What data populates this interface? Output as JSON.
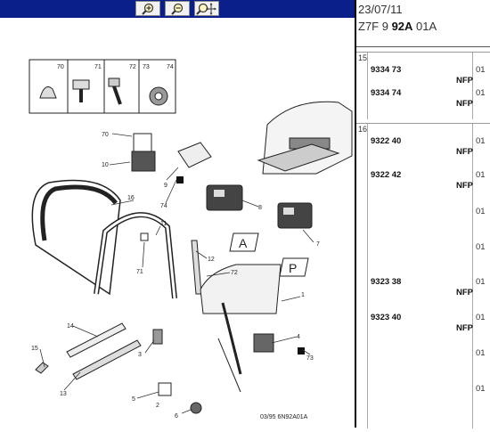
{
  "toolbar": {
    "buttons": [
      {
        "name": "zoom-in",
        "icon": "zoom-in-icon"
      },
      {
        "name": "zoom-out",
        "icon": "zoom-out-icon"
      },
      {
        "name": "zoom-pan",
        "icon": "zoom-pan-icon"
      }
    ],
    "background": "#0b1f8a"
  },
  "header": {
    "date": "23/07/11",
    "code_prefix": "Z7F 9 ",
    "code_bold": "92A",
    "code_suffix": " 01A"
  },
  "diagram": {
    "callouts": [
      "70",
      "71",
      "72",
      "73",
      "74",
      "70",
      "10",
      "9",
      "74",
      "8",
      "16",
      "11",
      "71",
      "12",
      "72",
      "7",
      "1",
      "4",
      "73",
      "14",
      "15",
      "3",
      "13",
      "5",
      "2",
      "6"
    ],
    "marker_a": "A",
    "marker_p": "P",
    "reference": "03/95  6N92A01A"
  },
  "parts": {
    "groups": [
      {
        "number": "15",
        "rows": [
          {
            "ref": "9334 73",
            "nfp": "NFP",
            "qty": "01"
          },
          {
            "ref": "9334 74",
            "nfp": "NFP",
            "qty": "01"
          }
        ]
      },
      {
        "number": "16",
        "rows": [
          {
            "ref": "9322 40",
            "nfp": "NFP",
            "qty": "01"
          },
          {
            "ref": "9322 42",
            "nfp": "NFP",
            "qty": "01"
          },
          {
            "ref": "",
            "nfp": "",
            "qty": "01"
          },
          {
            "ref": "",
            "nfp": "",
            "qty": "01"
          },
          {
            "ref": "9323 38",
            "nfp": "NFP",
            "qty": "01"
          },
          {
            "ref": "9323 40",
            "nfp": "NFP",
            "qty": "01"
          },
          {
            "ref": "",
            "nfp": "",
            "qty": "01"
          },
          {
            "ref": "",
            "nfp": "",
            "qty": "01"
          }
        ]
      }
    ]
  }
}
